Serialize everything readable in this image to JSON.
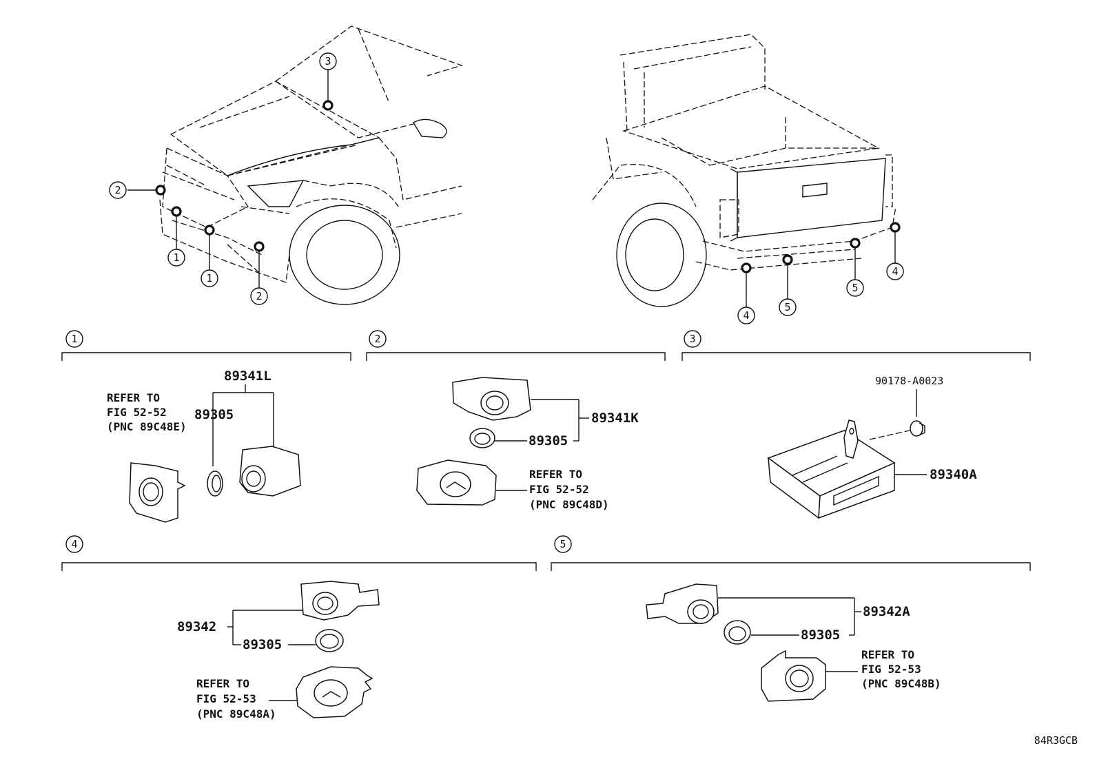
{
  "callouts": {
    "c1": "1",
    "c2": "2",
    "c3": "3",
    "c4": "4",
    "c5": "5"
  },
  "section1": {
    "part_main": "89341L",
    "part_ring": "89305",
    "refer": [
      "REFER TO",
      "FIG 52-52",
      "(PNC 89C48E)"
    ]
  },
  "section2": {
    "part_main": "89341K",
    "part_ring": "89305",
    "refer": [
      "REFER TO",
      "FIG 52-52",
      "(PNC 89C48D)"
    ]
  },
  "section3": {
    "part_clip": "90178-A0023",
    "part_ecu": "89340A"
  },
  "section4": {
    "part_main": "89342",
    "part_ring": "89305",
    "refer": [
      "REFER TO",
      "FIG 52-53",
      "(PNC 89C48A)"
    ]
  },
  "section5": {
    "part_main": "89342A",
    "part_ring": "89305",
    "refer": [
      "REFER TO",
      "FIG 52-53",
      "(PNC 89C48B)"
    ]
  },
  "diagram_code": "84R3GCB"
}
